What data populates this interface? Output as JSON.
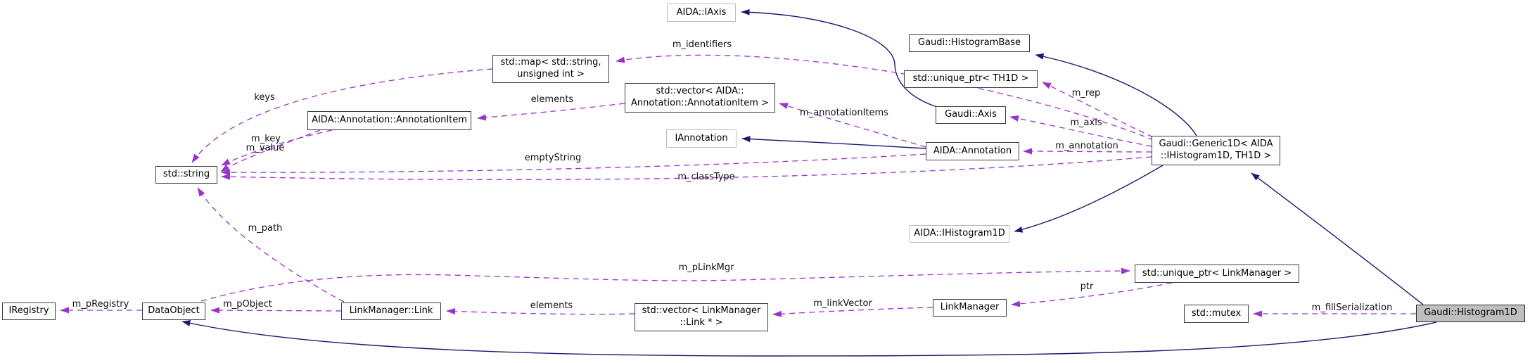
{
  "diagram": {
    "type": "collaboration-graph",
    "colors": {
      "inheritance_edge": "#191970",
      "usage_edge": "#9a32cd",
      "node_border": "#3d3d3d",
      "external_node_border": "#bcbcbc",
      "selected_node_fill": "#bfbfbf",
      "background": "#ffffff"
    },
    "nodes": {
      "iaxis": "AIDA::IAxis",
      "histogram_base": "Gaudi::HistogramBase",
      "unique_ptr_th1d": "std::unique_ptr< TH1D >",
      "gaudi_axis": "Gaudi::Axis",
      "std_map": "std::map< std::string,\nunsigned int >",
      "vector_annotation_item": "std::vector< AIDA::\nAnnotation::AnnotationItem >",
      "annotation_item": "AIDA::Annotation::AnnotationItem",
      "iannotation": "IAnnotation",
      "aida_annotation": "AIDA::Annotation",
      "generic1d": "Gaudi::Generic1D< AIDA\n::IHistogram1D, TH1D >",
      "std_string": "std::string",
      "aida_ihistogram1d": "AIDA::IHistogram1D",
      "unique_ptr_linkmanager": "std::unique_ptr< LinkManager >",
      "iregistry": "IRegistry",
      "dataobject": "DataObject",
      "linkmanager_link": "LinkManager::Link",
      "vector_link": "std::vector< LinkManager\n::Link * >",
      "linkmanager": "LinkManager",
      "std_mutex": "std::mutex",
      "histogram1d": "Gaudi::Histogram1D"
    },
    "edge_labels": {
      "m_identifiers": "m_identifiers",
      "keys": "keys",
      "elements_top": "elements",
      "m_key": "m_key",
      "m_value": "m_value",
      "m_annotationItems": "m_annotationItems",
      "emptyString": "emptyString",
      "m_classType": "m_classType",
      "m_rep": "m_rep",
      "m_axis": "m_axis",
      "m_annotation": "m_annotation",
      "m_path": "m_path",
      "m_pLinkMgr": "m_pLinkMgr",
      "m_pRegistry": "m_pRegistry",
      "m_pObject": "m_pObject",
      "elements_bottom": "elements",
      "m_linkVector": "m_linkVector",
      "ptr": "ptr",
      "m_fillSerialization": "m_fillSerialization"
    }
  }
}
